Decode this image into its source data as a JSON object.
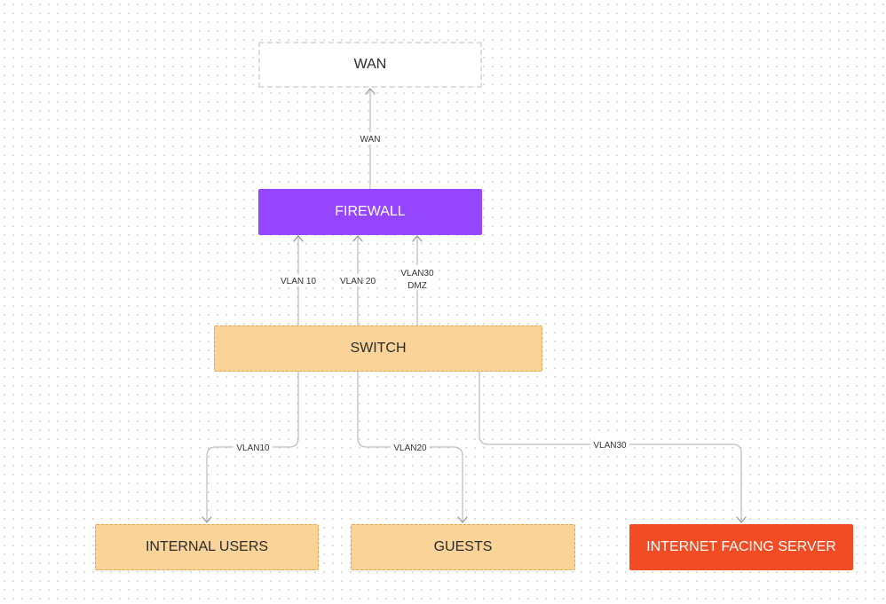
{
  "nodes": {
    "wan": "WAN",
    "firewall": "FIREWALL",
    "switch": "SWITCH",
    "internal_users": "INTERNAL USERS",
    "guests": "GUESTS",
    "internet_facing_server": "INTERNET FACING SERVER"
  },
  "edges": {
    "firewall_to_wan": "WAN",
    "switch_to_firewall_vlan10": "VLAN 10",
    "switch_to_firewall_vlan20": "VLAN 20",
    "switch_to_firewall_vlan30_line1": "VLAN30",
    "switch_to_firewall_vlan30_line2": "DMZ",
    "switch_to_users": "VLAN10",
    "switch_to_guests": "VLAN20",
    "switch_to_server": "VLAN30"
  },
  "colors": {
    "firewall": "#9545fe",
    "switch": "#fad399",
    "switch_border": "#e8a04a",
    "server": "#f24c24",
    "wan_border": "#dddddd",
    "connector": "#bfbfbf"
  }
}
